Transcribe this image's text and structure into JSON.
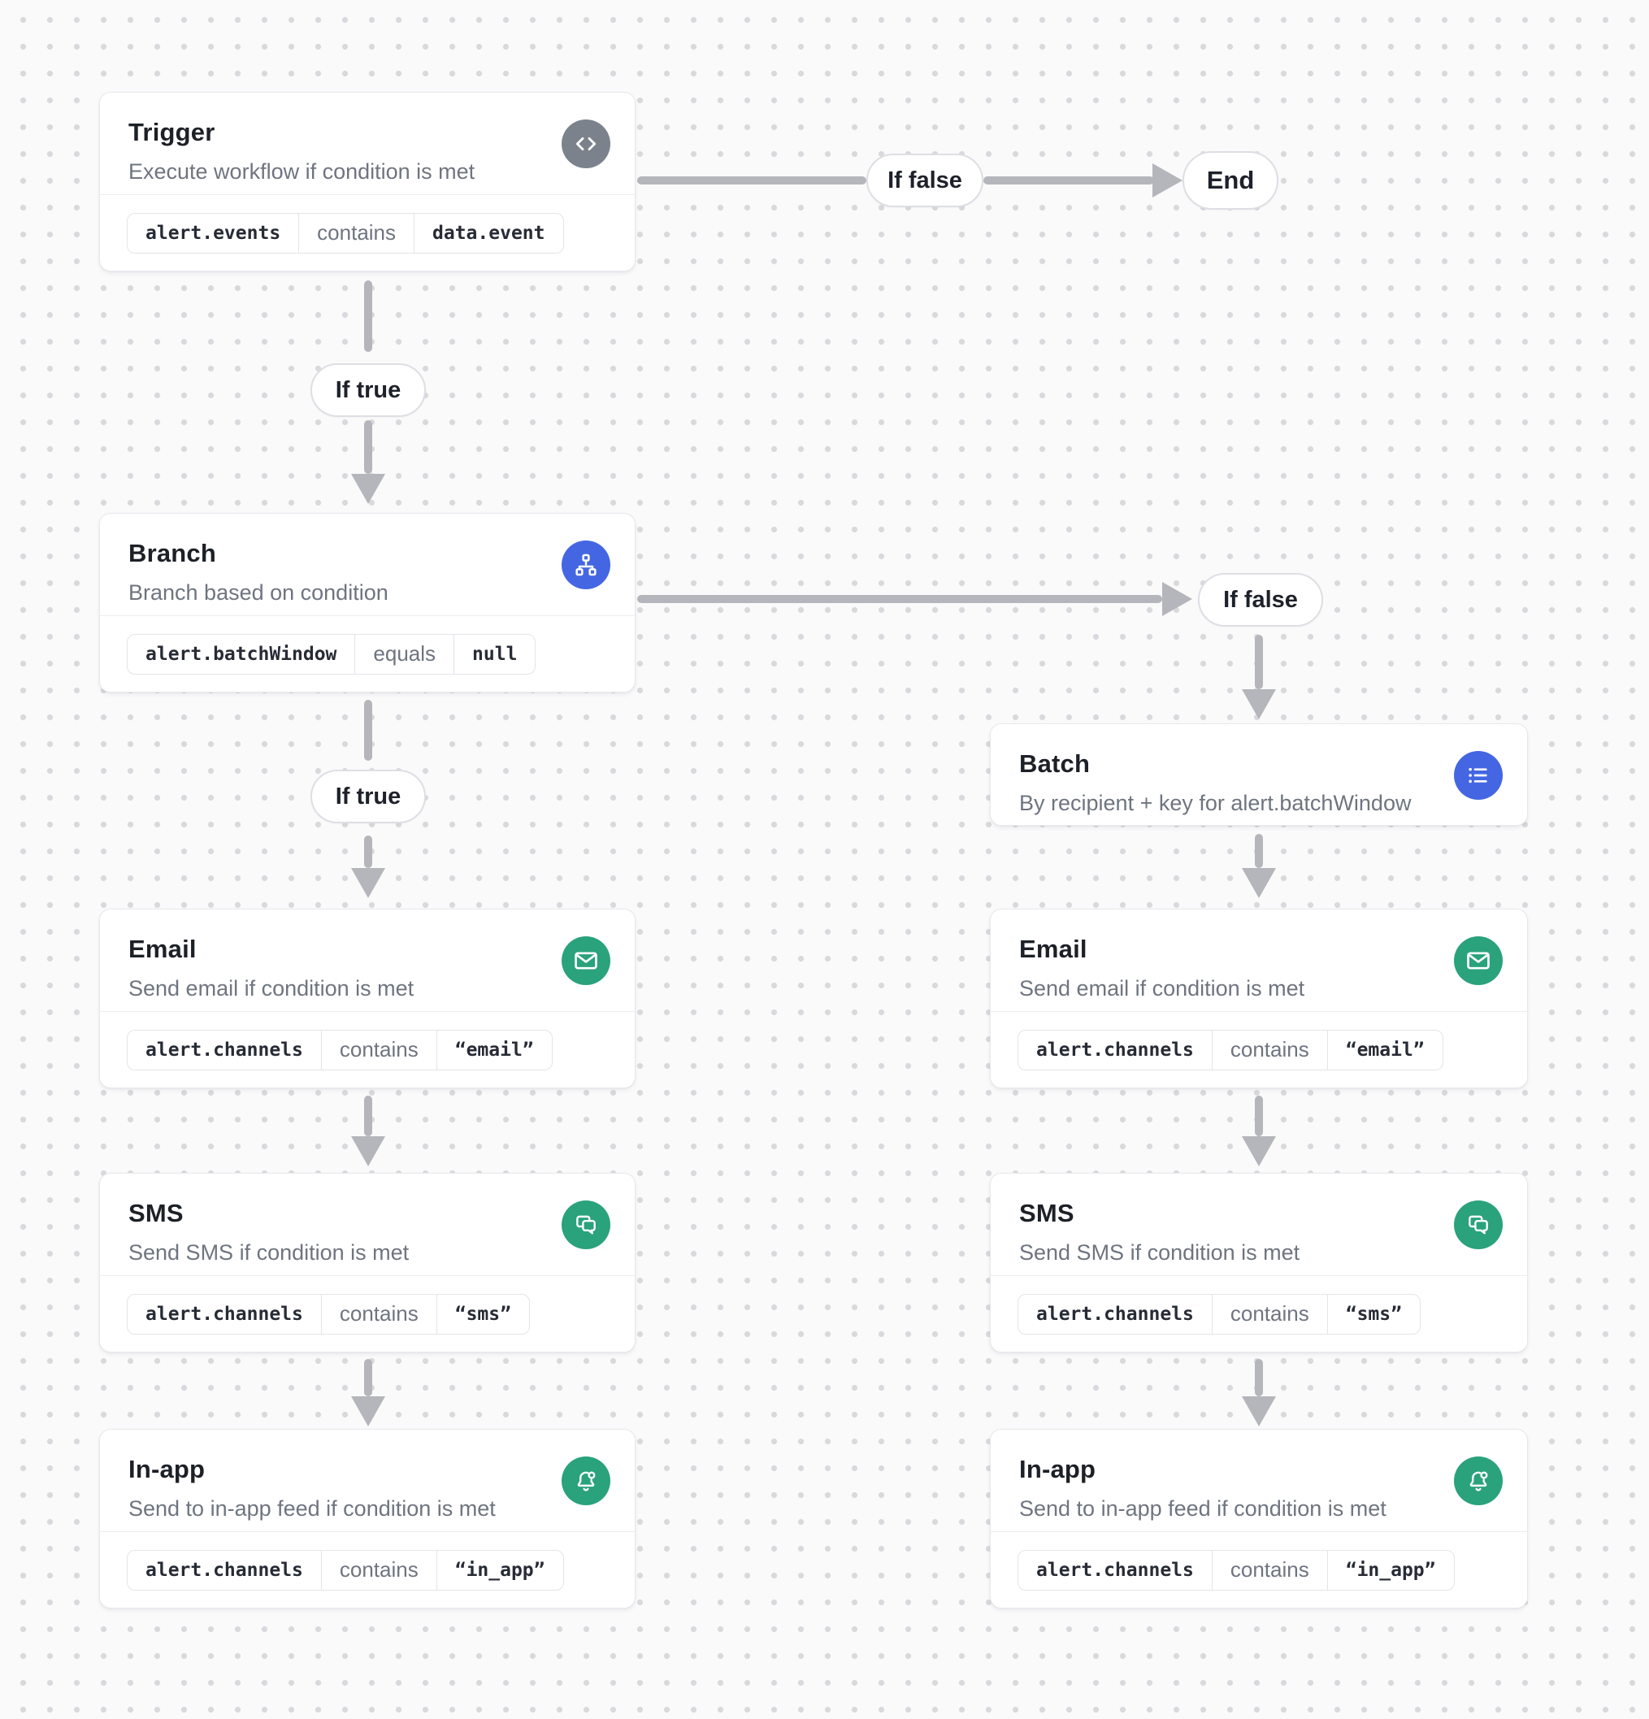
{
  "workflow": {
    "edge_labels": {
      "if_true": "If true",
      "if_false": "If false",
      "end": "End"
    },
    "colors": {
      "accent_blue": "#4466e3",
      "accent_green": "#2aa27c",
      "trigger_icon_gray": "#7c828c",
      "arrow_gray": "#b5b6bb"
    },
    "nodes": {
      "trigger": {
        "title": "Trigger",
        "subtitle": "Execute workflow if condition is met",
        "icon": "code-icon",
        "condition": {
          "field": "alert.events",
          "operator": "contains",
          "value": "data.event"
        }
      },
      "branch": {
        "title": "Branch",
        "subtitle": "Branch based on condition",
        "icon": "sitemap-icon",
        "condition": {
          "field": "alert.batchWindow",
          "operator": "equals",
          "value": "null"
        }
      },
      "batch": {
        "title": "Batch",
        "subtitle": "By recipient + key for alert.batchWindow",
        "icon": "list-icon"
      },
      "email": {
        "title": "Email",
        "subtitle": "Send email if condition is met",
        "icon": "mail-icon",
        "condition": {
          "field": "alert.channels",
          "operator": "contains",
          "value": "“email”"
        }
      },
      "sms": {
        "title": "SMS",
        "subtitle": "Send SMS if condition is met",
        "icon": "chat-bubbles-icon",
        "condition": {
          "field": "alert.channels",
          "operator": "contains",
          "value": "“sms”"
        }
      },
      "in_app": {
        "title": "In-app",
        "subtitle": "Send to in-app feed if condition is met",
        "icon": "bell-badge-icon",
        "condition": {
          "field": "alert.channels",
          "operator": "contains",
          "value": "“in_app”"
        }
      }
    }
  }
}
